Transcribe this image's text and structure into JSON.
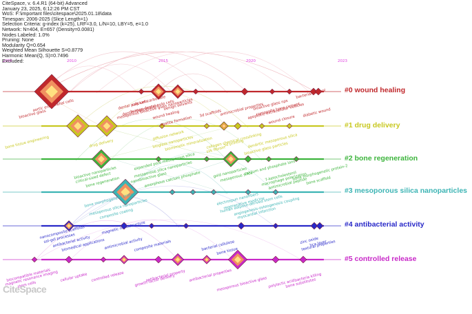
{
  "header": {
    "lines": [
      "CiteSpace, v. 6.4.R1 (64-bit) Advanced",
      "January 23, 2025, 6:12:26 PM CST",
      "WoS: F:\\important files\\citespace\\2025.01.18\\data",
      "Timespan: 2006-2025 (Slice Length=1)",
      "Selection Criteria: g-index (k=25), LRF=3.0, L/N=10, LBY=5, e=1.0",
      "Network: N=404, E=657 (Density=0.0081)",
      "Nodes Labeled: 1.0%",
      "Pruning: None",
      "Modularity Q=0.654",
      "Weighted Mean Silhouette S=0.8779",
      "Harmonic Mean(Q, S)=0.7496",
      "Excluded:"
    ]
  },
  "timeline": {
    "years": [
      "2006",
      "2010",
      "2015",
      "2020",
      "2023"
    ],
    "year_color": "#e040e0"
  },
  "clusters": [
    {
      "id": "#0",
      "name": "wound healing",
      "color": "#c0282c",
      "terms": [
        "bioactive glass",
        "aortic endothelial cells",
        "dental pulp cells",
        "calcium carbonate",
        "human dental pulp cells",
        "dentin regeneration",
        "mesoporous bioactive glass nanoparticles",
        "benign solvents",
        "wound healing",
        "apatite formation",
        "3d scaffolds",
        "antimicrobial properties",
        "bioactive glass nps",
        "composite bone cement",
        "apoptotic extracellular vesicles",
        "wound closure",
        "bacterial control",
        "diabetic wound"
      ]
    },
    {
      "id": "#1",
      "name": "drug delivery",
      "color": "#c8c820",
      "terms": [
        "drug delivery",
        "diffusion network",
        "bioglass nanoparticles",
        "biomimetic mineralization",
        "collagen chemical crosslinking",
        "silk fibroin",
        "3d printing",
        "dendritic mesoporous silica",
        "bioactive glass particles",
        "bone tissue engineering"
      ]
    },
    {
      "id": "#2",
      "name": "bone regeneration",
      "color": "#3cb43c",
      "terms": [
        "bioactive nanoparticles",
        "critical-sized defect",
        "bone regeneration",
        "expanded pore mesoporous silica",
        "mesoporous silica nanoparticles",
        "nanobioactive glass",
        "amorphous calcium phosphate",
        "gold nanoparticles",
        "mesoporous silica",
        "calcium and phosphate ions",
        "7-ketocholesterol",
        "macrophage polarization",
        "antimicrobial peptide",
        "bone morphogenetic protein-2",
        "bone scaffold"
      ]
    },
    {
      "id": "#3",
      "name": "mesoporous silica nanoparticles",
      "color": "#3cb4b4",
      "terms": [
        "bone morphogenetic protein",
        "mesoporous silica nanoparticles",
        "composite coating",
        "electrospun nanofibers",
        "regenerative medicine",
        "human adipose-derived stem cells",
        "angiogenesis-osteogenesis coupling",
        "myocardial infarction"
      ]
    },
    {
      "id": "#4",
      "name": "antibacterial activity",
      "color": "#2828c8",
      "terms": [
        "nanocomposite scaffolds",
        "sol-gel processes",
        "antibacterial activity",
        "biomedical applications",
        "magnetic nanostructure",
        "antimicrobial activity",
        "composite materials",
        "bacterial cellulose",
        "bone tissue",
        "zinc oxide",
        "hca layer",
        "textural properties"
      ]
    },
    {
      "id": "#5",
      "name": "controlled release",
      "color": "#c828c8",
      "terms": [
        "biocompatible materials",
        "magnetic resonance imaging",
        "stem cells",
        "cellular uptake",
        "controlled release",
        "growth factor delivery",
        "antibacterial property",
        "antibacterial properties",
        "mesoporous bioactive glass",
        "bacteria killing",
        "polylactic acid",
        "bone substitutes"
      ]
    }
  ],
  "logo": "CiteSpace"
}
